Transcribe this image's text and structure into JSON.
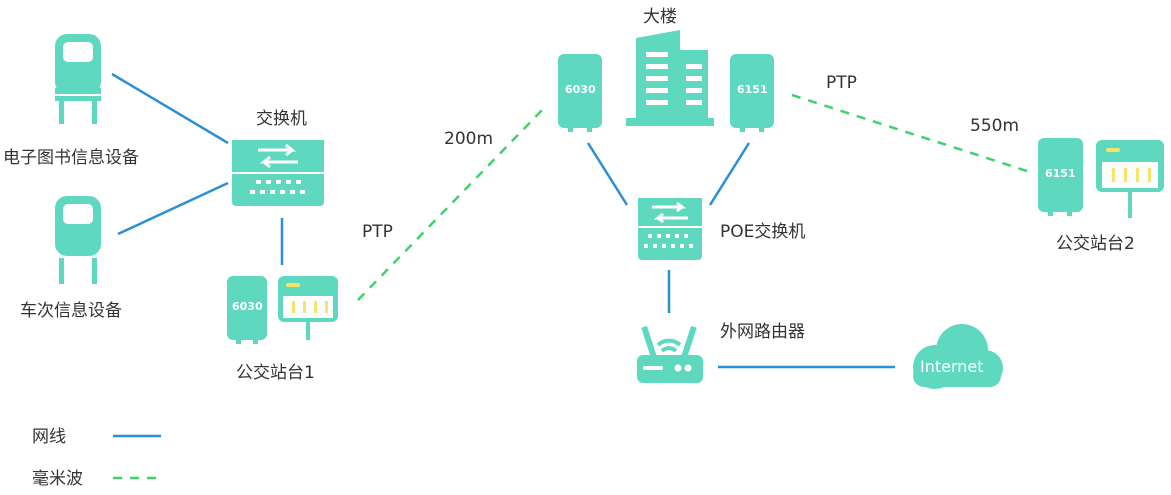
{
  "colors": {
    "device": "#5ed9c0",
    "network_cable": "#2b8fd6",
    "millimeter_wave": "#3ed36a",
    "text": "#333333",
    "accent_yellow": "#f5e36a"
  },
  "devices": {
    "library_info_device": "电子图书信息设备",
    "bus_info_device": "车次信息设备",
    "switch": "交换机",
    "bus_stop_1": "公交站台1",
    "building": "大楼",
    "poe_switch": "POE交换机",
    "router": "外网路由器",
    "internet": "Internet",
    "bus_stop_2": "公交站台2"
  },
  "radios": {
    "stop1": "6030",
    "building_left": "6030",
    "building_right": "6151",
    "stop2": "6151"
  },
  "links": {
    "ptp_left": "PTP",
    "distance_left": "200m",
    "ptp_right": "PTP",
    "distance_right": "550m"
  },
  "legend": [
    {
      "label": "网线",
      "style": "solid"
    },
    {
      "label": "毫米波",
      "style": "dashed"
    }
  ]
}
